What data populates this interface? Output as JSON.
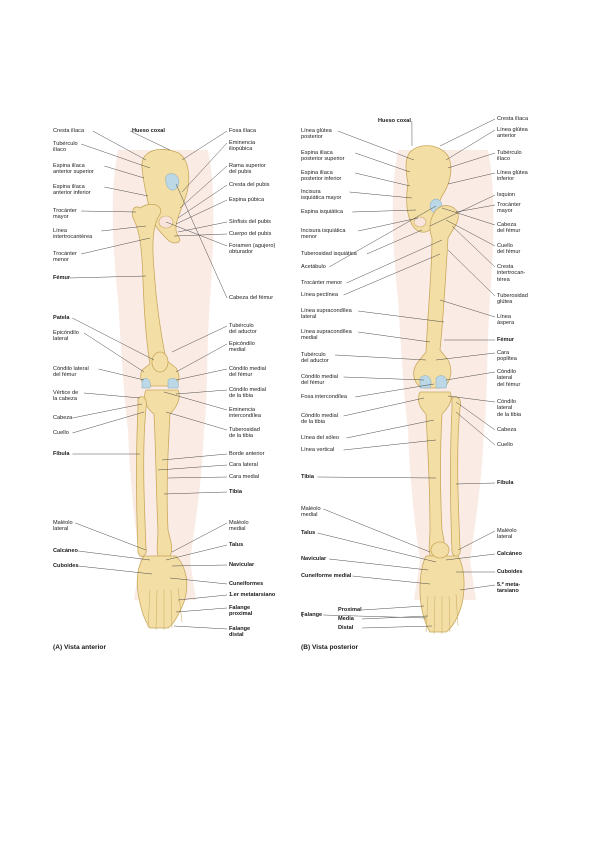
{
  "panels": [
    {
      "caption": "(A) Vista anterior",
      "labels_left": [
        {
          "id": "cresta-iliaca",
          "text": "Cresta ilíaca"
        },
        {
          "id": "tuberculo-iliaco",
          "text": "Tubérculo\nilíaco"
        },
        {
          "id": "espina-iliaca-anterior-superior",
          "text": "Espina ilíaca\nanterior superior"
        },
        {
          "id": "espina-iliaca-anterior-inferior",
          "text": "Espina ilíaca\nanterior inferior"
        },
        {
          "id": "trocanter-mayor",
          "text": "Trocánter\nmayor"
        },
        {
          "id": "linea-intertrocanterea",
          "text": "Línea\nintertrocantérea"
        },
        {
          "id": "trocanter-menor",
          "text": "Trocánter\nmenor"
        },
        {
          "id": "femur",
          "text": "Fémur",
          "bold": true
        },
        {
          "id": "patela",
          "text": "Patela",
          "bold": true
        },
        {
          "id": "epicondilo-lateral",
          "text": "Epicóndilo\nlateral"
        },
        {
          "id": "condilo-lateral-femur",
          "text": "Cóndilo lateral\ndel fémur"
        },
        {
          "id": "vertice-cabeza",
          "text": "Vértice de\nla cabeza"
        },
        {
          "id": "cabeza",
          "text": "Cabeza"
        },
        {
          "id": "cuello",
          "text": "Cuello"
        },
        {
          "id": "fibula",
          "text": "Fíbula",
          "bold": true
        },
        {
          "id": "maleolo-lateral",
          "text": "Maléolo\nlateral"
        },
        {
          "id": "calcaneo",
          "text": "Calcáneo",
          "bold": true
        },
        {
          "id": "cuboides",
          "text": "Cuboides",
          "bold": true
        }
      ],
      "labels_right": [
        {
          "id": "hueso-coxal",
          "text": "Hueso coxal",
          "bold": true
        },
        {
          "id": "fosa-iliaca",
          "text": "Fosa ilíaca"
        },
        {
          "id": "eminencia-iliopubica",
          "text": "Eminencia\niliopúbica"
        },
        {
          "id": "rama-superior-pubis",
          "text": "Rama superior\ndel pubis"
        },
        {
          "id": "cresta-pubis",
          "text": "Cresta del pubis"
        },
        {
          "id": "espina-pubica",
          "text": "Espina púbica"
        },
        {
          "id": "sinfisis-pubis",
          "text": "Sínfisis del pubis"
        },
        {
          "id": "cuerpo-pubis",
          "text": "Cuerpo del pubis"
        },
        {
          "id": "foramen-obturador",
          "text": "Foramen (agujero)\nobturador"
        },
        {
          "id": "cabeza-femur",
          "text": "Cabeza del fémur"
        },
        {
          "id": "tuberculo-aductor",
          "text": "Tubérculo\ndel aductor"
        },
        {
          "id": "epicondilo-medial",
          "text": "Epicóndilo\nmedial"
        },
        {
          "id": "condilo-medial-femur",
          "text": "Cóndilo medial\ndel fémur"
        },
        {
          "id": "condilo-medial-tibia",
          "text": "Cóndilo medial\nde la tibia"
        },
        {
          "id": "eminencia-intercondilea",
          "text": "Eminencia\nintercondílea"
        },
        {
          "id": "tuberosidad-tibia",
          "text": "Tuberosidad\nde la tibia"
        },
        {
          "id": "borde-anterior",
          "text": "Borde anterior"
        },
        {
          "id": "cara-lateral",
          "text": "Cara lateral"
        },
        {
          "id": "cara-medial",
          "text": "Cara medial"
        },
        {
          "id": "tibia",
          "text": "Tibia",
          "bold": true
        },
        {
          "id": "maleolo-medial",
          "text": "Maléolo\nmedial"
        },
        {
          "id": "talus",
          "text": "Talus",
          "bold": true
        },
        {
          "id": "navicular",
          "text": "Navicular",
          "bold": true
        },
        {
          "id": "cuneiformes",
          "text": "Cuneiformes",
          "bold": true
        },
        {
          "id": "primer-metatarsiano",
          "text": "1.er metatarsiano",
          "bold": true
        },
        {
          "id": "falange-proximal",
          "text": "Falange\nproximal",
          "bold": true
        },
        {
          "id": "falange-distal",
          "text": "Falange\ndistal",
          "bold": true
        }
      ]
    },
    {
      "caption": "(B) Vista posterior",
      "labels_left": [
        {
          "id": "hueso-coxal-b",
          "text": "Hueso coxal",
          "bold": true
        },
        {
          "id": "linea-glutea-posterior",
          "text": "Línea glútea\nposterior"
        },
        {
          "id": "espina-iliaca-posterior-superior",
          "text": "Espina ilíaca\nposterior superior"
        },
        {
          "id": "espina-iliaca-posterior-inferior",
          "text": "Espina ilíaca\nposterior inferior"
        },
        {
          "id": "incisura-isquiatica-mayor",
          "text": "Incisura\nisquiática mayor"
        },
        {
          "id": "espina-isquiatica",
          "text": "Espina isquiática"
        },
        {
          "id": "incisura-isquiatica-menor",
          "text": "Incisura isquiática\nmenor"
        },
        {
          "id": "tuberosidad-isquiatica",
          "text": "Tuberosidad isquiática"
        },
        {
          "id": "acetabulo",
          "text": "Acetábulo"
        },
        {
          "id": "trocanter-menor-b",
          "text": "Trocánter menor"
        },
        {
          "id": "linea-pectinea",
          "text": "Línea pectínea"
        },
        {
          "id": "linea-supracondilea-lateral",
          "text": "Línea supracondílea\nlateral"
        },
        {
          "id": "linea-supracondilea-medial",
          "text": "Línea supracondílea\nmedial"
        },
        {
          "id": "tuberculo-aductor-b",
          "text": "Tubérculo\ndel aductor"
        },
        {
          "id": "condilo-medial-femur-b",
          "text": "Cóndilo medial\ndel fémur"
        },
        {
          "id": "fosa-intercondilea",
          "text": "Fosa intercondílea"
        },
        {
          "id": "condilo-medial-tibia-b",
          "text": "Cóndilo medial\nde la tibia"
        },
        {
          "id": "linea-soleo",
          "text": "Línea del sóleo"
        },
        {
          "id": "linea-vertical",
          "text": "Línea vertical"
        },
        {
          "id": "tibia-b",
          "text": "Tibia",
          "bold": true
        },
        {
          "id": "maleolo-medial-b",
          "text": "Maléolo\nmedial"
        },
        {
          "id": "talus-b",
          "text": "Talus",
          "bold": true
        },
        {
          "id": "navicular-b",
          "text": "Navicular",
          "bold": true
        },
        {
          "id": "cuneiforme-medial",
          "text": "Cuneiforme medial",
          "bold": true
        },
        {
          "id": "falange-b",
          "text": "Falange",
          "bold": true
        }
      ],
      "falange_items": [
        "Proximal",
        "Media",
        "Distal"
      ],
      "labels_right": [
        {
          "id": "cresta-iliaca-b",
          "text": "Cresta ilíaca"
        },
        {
          "id": "linea-glutea-anterior",
          "text": "Línea glútea\nanterior"
        },
        {
          "id": "tuberculo-iliaco-b",
          "text": "Tubérculo\nilíaco"
        },
        {
          "id": "linea-glutea-inferior",
          "text": "Línea glútea\ninferior"
        },
        {
          "id": "isquion",
          "text": "Isquion"
        },
        {
          "id": "trocanter-mayor-b",
          "text": "Trocánter\nmayor"
        },
        {
          "id": "cabeza-femur-b",
          "text": "Cabeza\ndel fémur"
        },
        {
          "id": "cuello-femur",
          "text": "Cuello\ndel fémur"
        },
        {
          "id": "cresta-intertrocanterea",
          "text": "Cresta\nintertrocan-\ntérea"
        },
        {
          "id": "tuberosidad-glutea",
          "text": "Tuberosidad\nglútea"
        },
        {
          "id": "linea-aspera",
          "text": "Línea\náspera"
        },
        {
          "id": "femur-b",
          "text": "Fémur",
          "bold": true
        },
        {
          "id": "cara-poplitea",
          "text": "Cara\npoplítea"
        },
        {
          "id": "condilo-lateral-femur-b",
          "text": "Cóndilo\nlateral\ndel fémur"
        },
        {
          "id": "condilo-lateral-tibia",
          "text": "Cóndilo\nlateral\nde la tibia"
        },
        {
          "id": "cabeza-b",
          "text": "Cabeza"
        },
        {
          "id": "cuello-b",
          "text": "Cuello"
        },
        {
          "id": "fibula-b",
          "text": "Fíbula",
          "bold": true
        },
        {
          "id": "maleolo-lateral-b",
          "text": "Maléolo\nlateral"
        },
        {
          "id": "calcaneo-b",
          "text": "Calcáneo",
          "bold": true
        },
        {
          "id": "cuboides-b",
          "text": "Cuboides",
          "bold": true
        },
        {
          "id": "quinto-metatarsiano",
          "text": "5.º meta-\ntarsiano",
          "bold": true
        }
      ]
    }
  ],
  "colors": {
    "bone": "#f3dfa6",
    "bone_edge": "#c9a85c",
    "cartilage": "#bcd8e6",
    "skin": "#f8e4dc",
    "line": "#3a3a3a"
  }
}
